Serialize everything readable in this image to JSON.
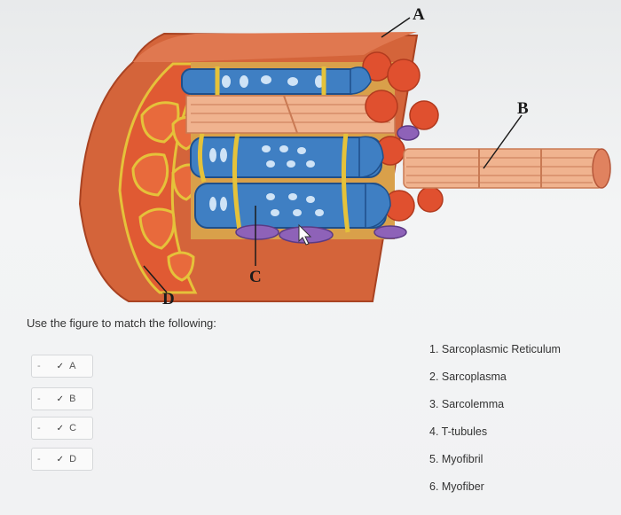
{
  "figure": {
    "labels": {
      "a": "A",
      "b": "B",
      "c": "C",
      "d": "D"
    }
  },
  "question": {
    "prompt": "Use the figure to match the following:"
  },
  "matches": [
    {
      "dash": "-",
      "letter": "A"
    },
    {
      "dash": "-",
      "letter": "B"
    },
    {
      "dash": "-",
      "letter": "C"
    },
    {
      "dash": "-",
      "letter": "D"
    }
  ],
  "options": [
    "1. Sarcoplasmic Reticulum",
    "2. Sarcoplasma",
    "3. Sarcolemma",
    "4. T-tubules",
    "5. Myofibril",
    "6. Myofiber"
  ],
  "icons": {
    "dropdown": "chevron-down-icon"
  },
  "colors": {
    "sarcolemma": "#d2663b",
    "sarcoplasm_fill": "#e06a3c",
    "reticulum_blue": "#3f7fc3",
    "ttubule_yellow": "#e5c23a",
    "myofibril": "#f0b38f",
    "mitochondria": "#8e62b8"
  }
}
